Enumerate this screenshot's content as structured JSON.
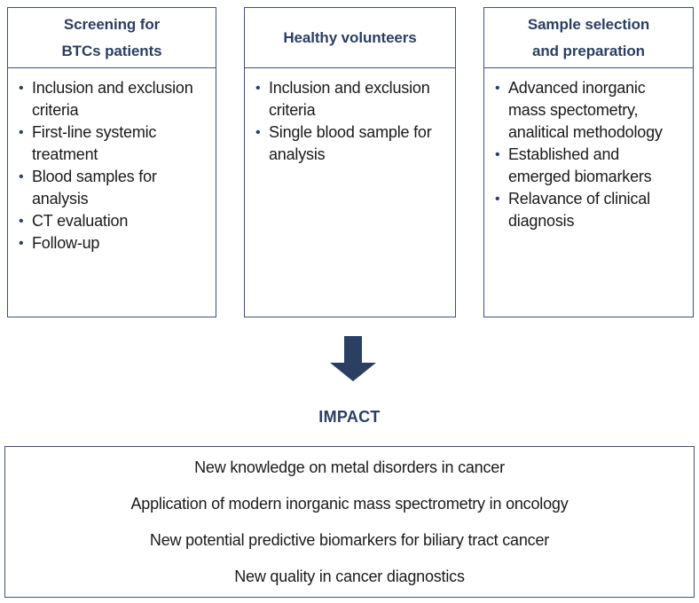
{
  "diagram": {
    "accent_color": "#2b3f63",
    "border_color": "#3d5378",
    "text_color": "#1a1a1a",
    "columns": [
      {
        "id": "screening",
        "title": "Screening for\nBTCs patients",
        "items": [
          "Inclusion and exclusion criteria",
          "First-line systemic treatment",
          "Blood samples for analysis",
          "CT evaluation",
          "Follow-up"
        ]
      },
      {
        "id": "healthy",
        "title": "Healthy volunteers",
        "items": [
          "Inclusion and exclusion criteria",
          "Single blood sample for analysis"
        ]
      },
      {
        "id": "sample",
        "title": "Sample selection\nand preparation",
        "items": [
          "Advanced inorganic mass spectometry, analitical methodology",
          "Established and emerged biomarkers",
          "Relavance of clinical diagnosis"
        ]
      }
    ],
    "arrow": {
      "icon": "arrow-down-icon",
      "color": "#2b3f63"
    },
    "impact": {
      "label": "IMPACT",
      "lines": [
        "New knowledge on metal disorders in cancer",
        "Application of modern inorganic mass spectrometry in oncology",
        "New potential predictive biomarkers for biliary tract cancer",
        "New quality in cancer diagnostics"
      ]
    }
  }
}
